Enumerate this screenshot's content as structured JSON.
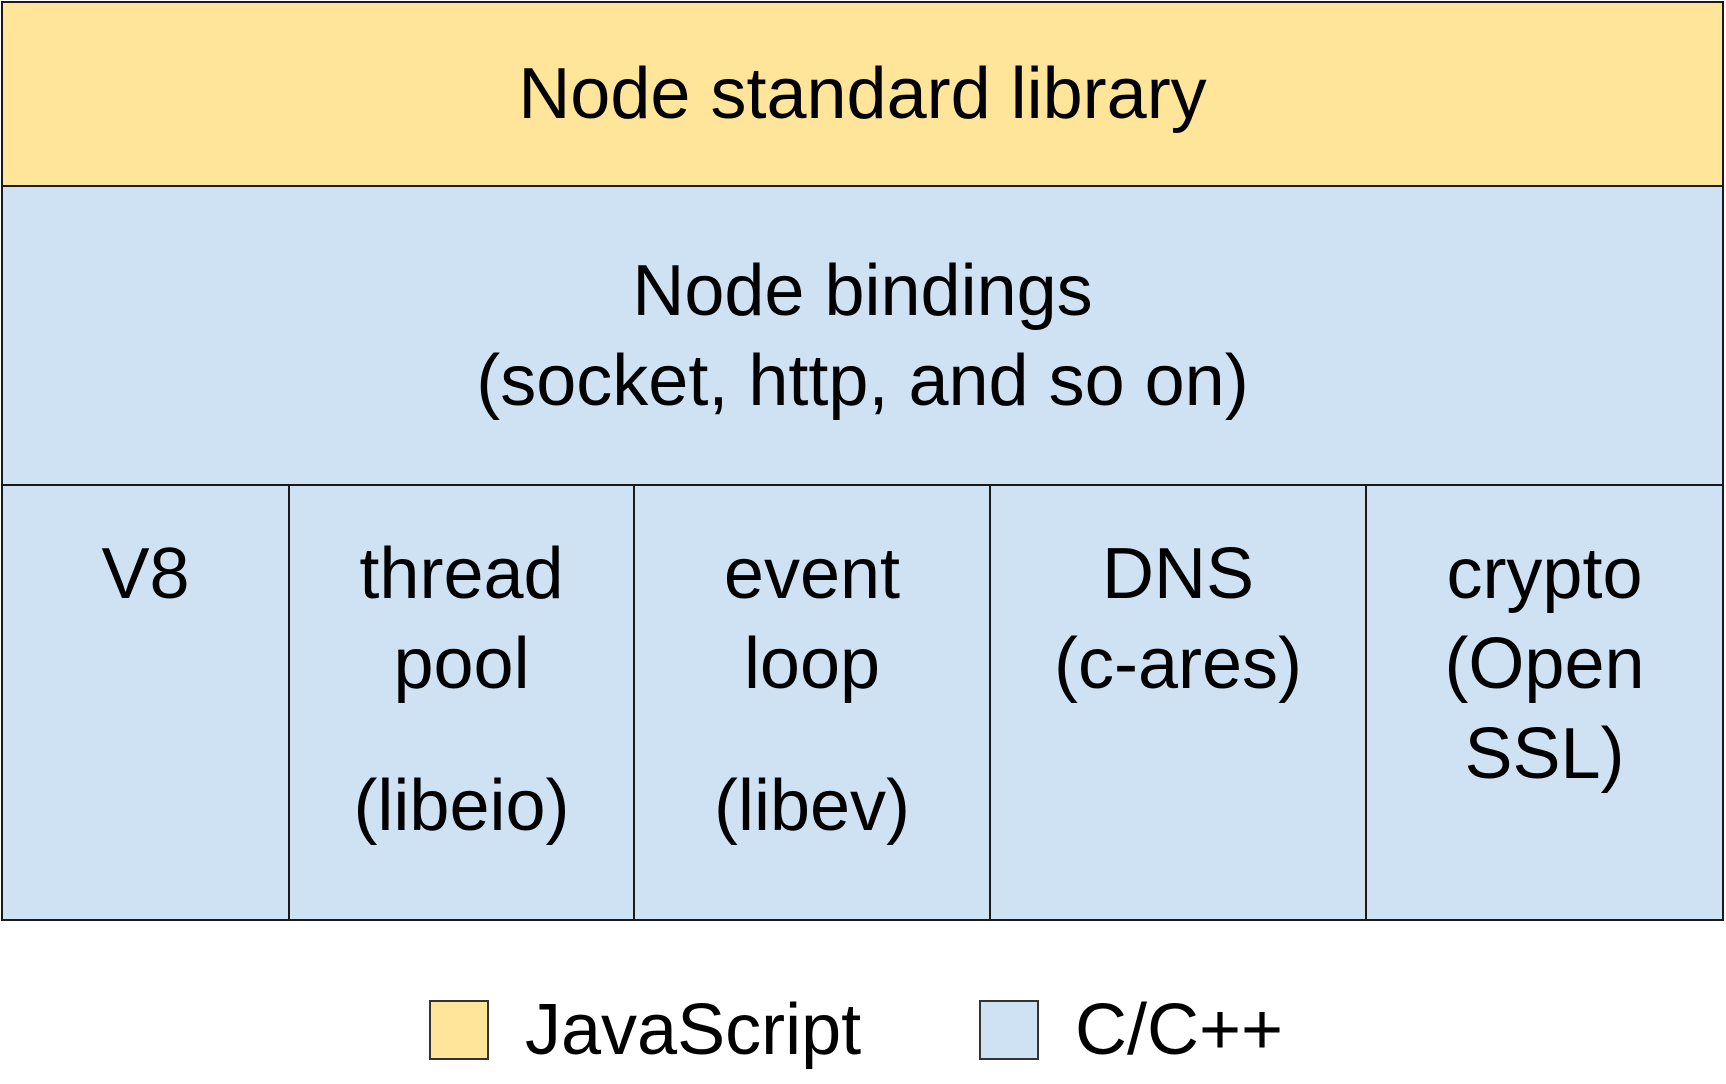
{
  "colors": {
    "javascript": "#ffe599",
    "cpp": "#cfe2f3",
    "border": "#1a1a1a"
  },
  "layers": {
    "standard_library": "Node standard library",
    "bindings": {
      "line1": "Node bindings",
      "line2": "(socket, http, and so on)"
    }
  },
  "components": [
    {
      "lines": [
        "V8"
      ],
      "sub": ""
    },
    {
      "lines": [
        "thread",
        "pool"
      ],
      "sub": "(libeio)"
    },
    {
      "lines": [
        "event",
        "loop"
      ],
      "sub": "(libev)"
    },
    {
      "lines": [
        "DNS",
        "(c-ares)"
      ],
      "sub": ""
    },
    {
      "lines": [
        "crypto",
        "(Open",
        "SSL)"
      ],
      "sub": ""
    }
  ],
  "legend": [
    {
      "label": "JavaScript",
      "color_key": "javascript"
    },
    {
      "label": "C/C++",
      "color_key": "cpp"
    }
  ]
}
